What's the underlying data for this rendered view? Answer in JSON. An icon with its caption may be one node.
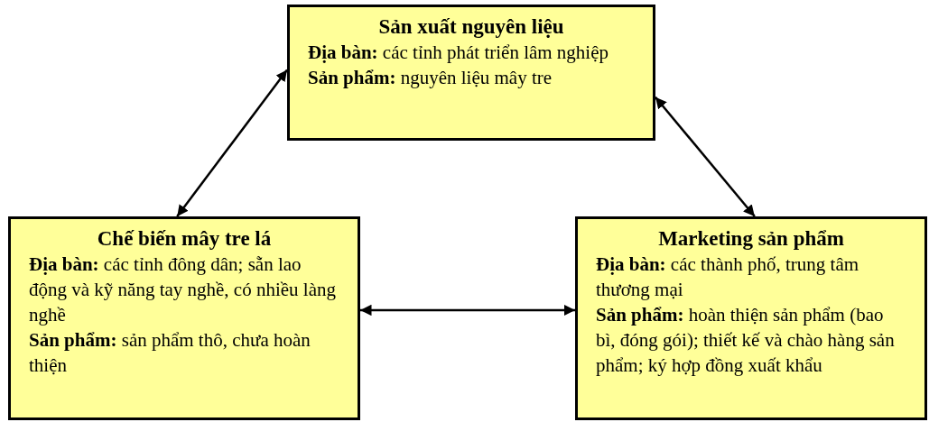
{
  "diagram": {
    "nodes": [
      {
        "text": [
          "Sản xuất nguyên liệu",
          "**Địa bàn:** các tỉnh phát triển lâm nghiệp",
          "**Sản phẩm:** nguyên liệu mây tre"
        ]
      },
      {
        "text": [
          "Chế biến mây tre lá",
          "**Địa bàn:** các tỉnh đông dân; sẵn lao động và kỹ năng tay nghề, có nhiều làng nghề",
          "**Sản phẩm:** sản phẩm thô, chưa hoàn thiện"
        ]
      },
      {
        "text": [
          "Marketing sản phẩm",
          "**Địa bàn:** các thành phố, trung tâm thương mại",
          "**Sản phẩm:** hoàn thiện sản phẩm (bao bì, đóng gói); thiết kế và chào hàng sản phẩm; ký hợp đồng xuất khẩu"
        ]
      }
    ],
    "edges": [
      {
        "from": 0,
        "to": 1,
        "arrow": "both"
      },
      {
        "from": 0,
        "to": 2,
        "arrow": "both"
      },
      {
        "from": 1,
        "to": 2,
        "arrow": "both"
      }
    ]
  }
}
